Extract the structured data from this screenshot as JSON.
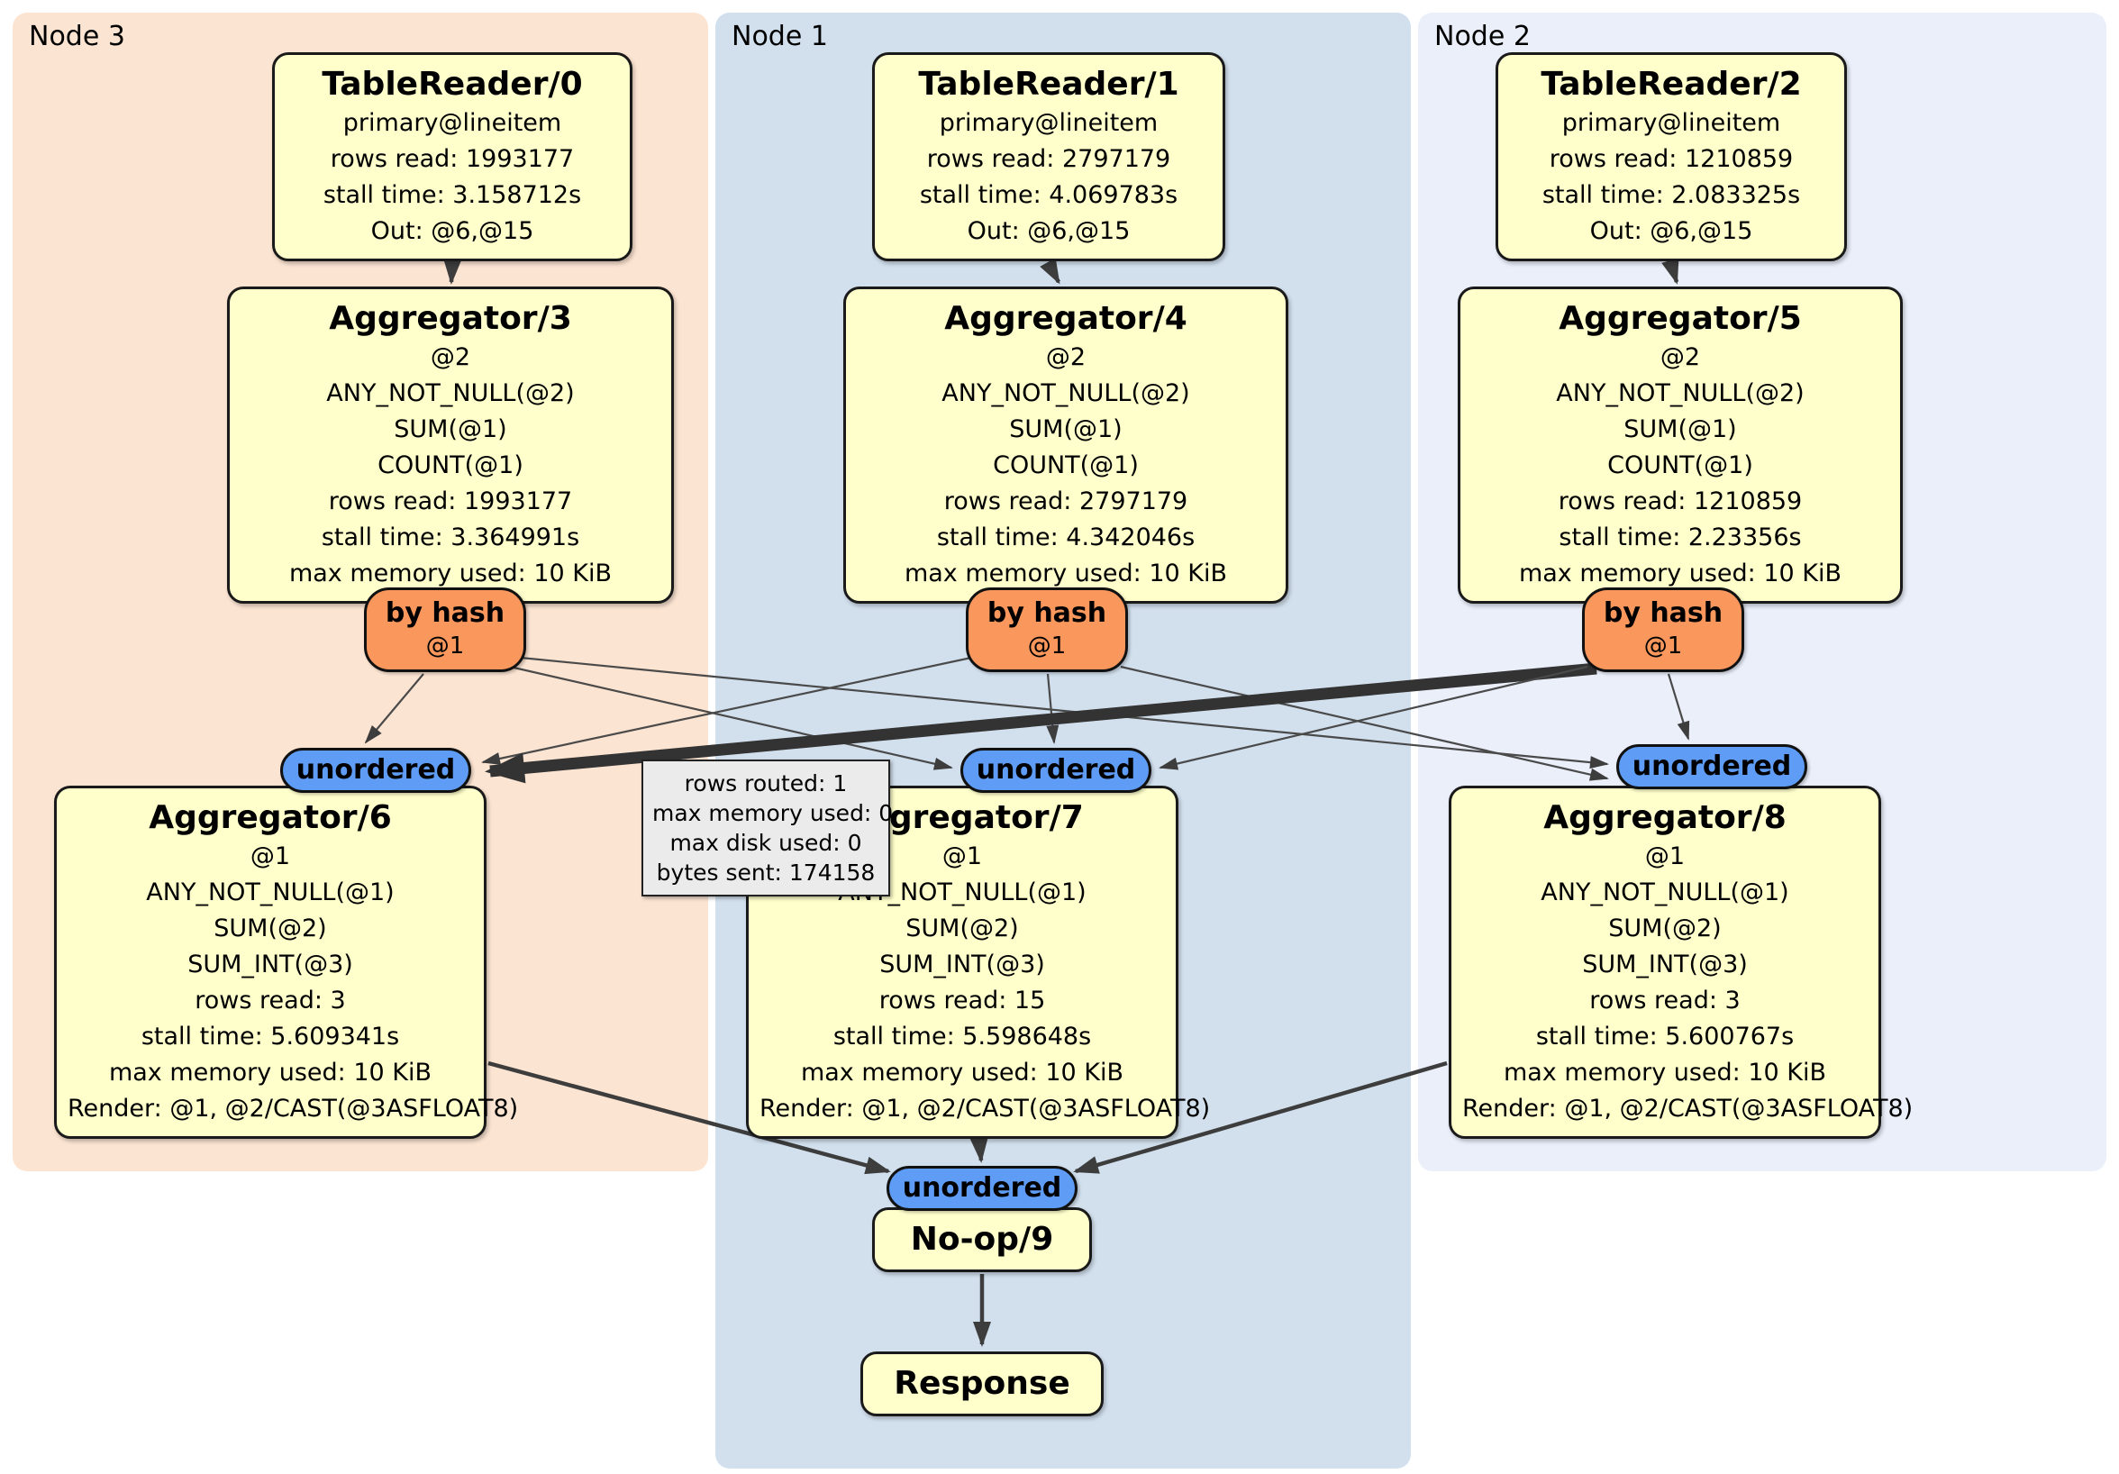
{
  "groups": [
    {
      "label": "Node 3"
    },
    {
      "label": "Node 1"
    },
    {
      "label": "Node 2"
    }
  ],
  "operators": {
    "tr0": {
      "title": "TableReader/0",
      "lines": [
        "primary@lineitem",
        "rows read: 1993177",
        "stall time: 3.158712s",
        "Out: @6,@15"
      ]
    },
    "tr1": {
      "title": "TableReader/1",
      "lines": [
        "primary@lineitem",
        "rows read: 2797179",
        "stall time: 4.069783s",
        "Out: @6,@15"
      ]
    },
    "tr2": {
      "title": "TableReader/2",
      "lines": [
        "primary@lineitem",
        "rows read: 1210859",
        "stall time: 2.083325s",
        "Out: @6,@15"
      ]
    },
    "agg3": {
      "title": "Aggregator/3",
      "lines": [
        "@2",
        "ANY_NOT_NULL(@2)",
        "SUM(@1)",
        "COUNT(@1)",
        "rows read: 1993177",
        "stall time: 3.364991s",
        "max memory used: 10 KiB"
      ]
    },
    "agg4": {
      "title": "Aggregator/4",
      "lines": [
        "@2",
        "ANY_NOT_NULL(@2)",
        "SUM(@1)",
        "COUNT(@1)",
        "rows read: 2797179",
        "stall time: 4.342046s",
        "max memory used: 10 KiB"
      ]
    },
    "agg5": {
      "title": "Aggregator/5",
      "lines": [
        "@2",
        "ANY_NOT_NULL(@2)",
        "SUM(@1)",
        "COUNT(@1)",
        "rows read: 1210859",
        "stall time: 2.23356s",
        "max memory used: 10 KiB"
      ]
    },
    "agg6": {
      "title": "Aggregator/6",
      "lines": [
        "@1",
        "ANY_NOT_NULL(@1)",
        "SUM(@2)",
        "SUM_INT(@3)",
        "rows read: 3",
        "stall time: 5.609341s",
        "max memory used: 10 KiB",
        "Render: @1, @2/CAST(@3ASFLOAT8)"
      ]
    },
    "agg7": {
      "title": "Aggregator/7",
      "lines": [
        "@1",
        "ANY_NOT_NULL(@1)",
        "SUM(@2)",
        "SUM_INT(@3)",
        "rows read: 15",
        "stall time: 5.598648s",
        "max memory used: 10 KiB",
        "Render: @1, @2/CAST(@3ASFLOAT8)"
      ]
    },
    "agg8": {
      "title": "Aggregator/8",
      "lines": [
        "@1",
        "ANY_NOT_NULL(@1)",
        "SUM(@2)",
        "SUM_INT(@3)",
        "rows read: 3",
        "stall time: 5.600767s",
        "max memory used: 10 KiB",
        "Render: @1, @2/CAST(@3ASFLOAT8)"
      ]
    },
    "noop": {
      "title": "No-op/9"
    },
    "response": {
      "title": "Response"
    }
  },
  "routers": {
    "by_hash_label": "by hash",
    "by_hash_sub": "@1",
    "unordered_label": "unordered"
  },
  "tooltip": {
    "lines": [
      "rows routed: 1",
      "max memory used: 0",
      "max disk used: 0",
      "bytes sent: 174158"
    ]
  },
  "colors": {
    "node3_bg": "#fce4d2",
    "node1_bg": "#d2e0ee",
    "node2_bg": "#eaeffa",
    "operator_bg": "#ffffcc",
    "hash_router_bg": "#f9975c",
    "unordered_router_bg": "#5e9cf5",
    "edge": "#3d3d3d",
    "tooltip_bg": "#ebebeb"
  }
}
